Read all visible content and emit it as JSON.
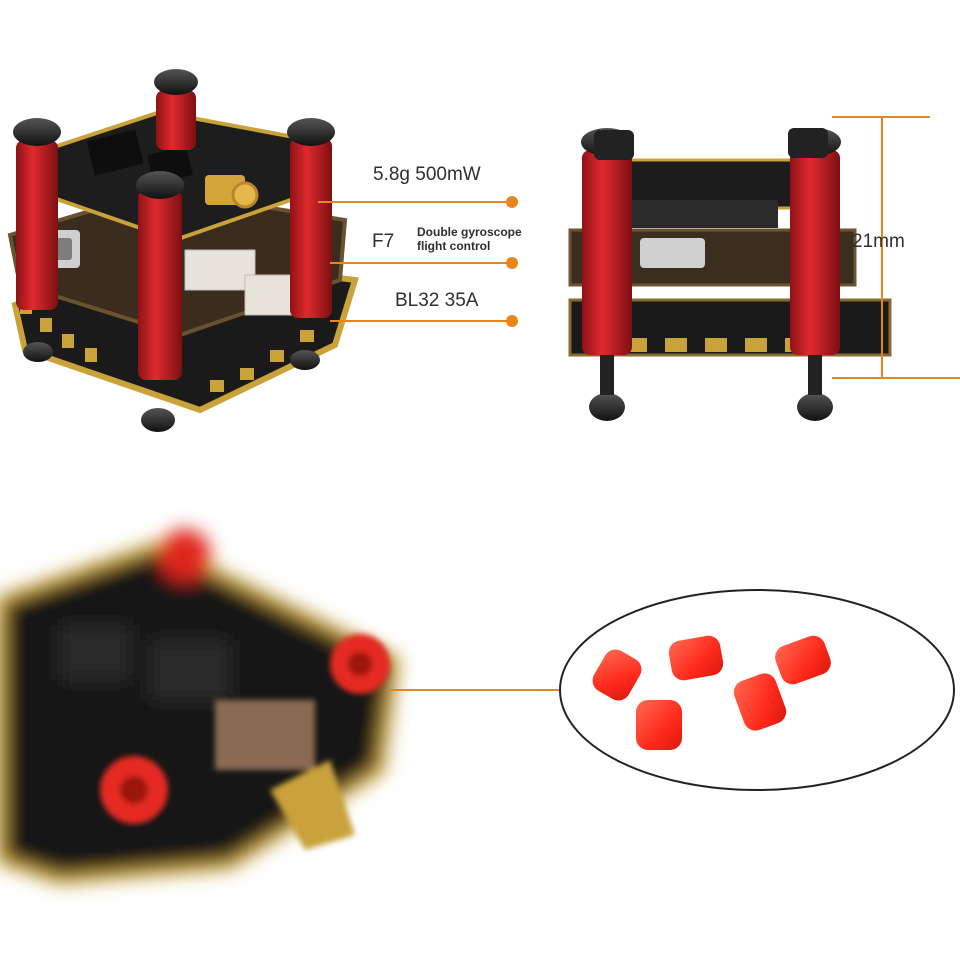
{
  "callouts": {
    "vtx": "5.8g 500mW",
    "fc_prefix": "F7",
    "fc_line1": "Double gyroscope",
    "fc_line2": "flight control",
    "esc": "BL32 35A",
    "height": "21mm"
  },
  "colors": {
    "accent": "#e9861a",
    "standoff_red": "#d8242a",
    "board_black": "#1c1c1c",
    "gold": "#c9a23a",
    "grommet_red": "#ff3a2a"
  }
}
